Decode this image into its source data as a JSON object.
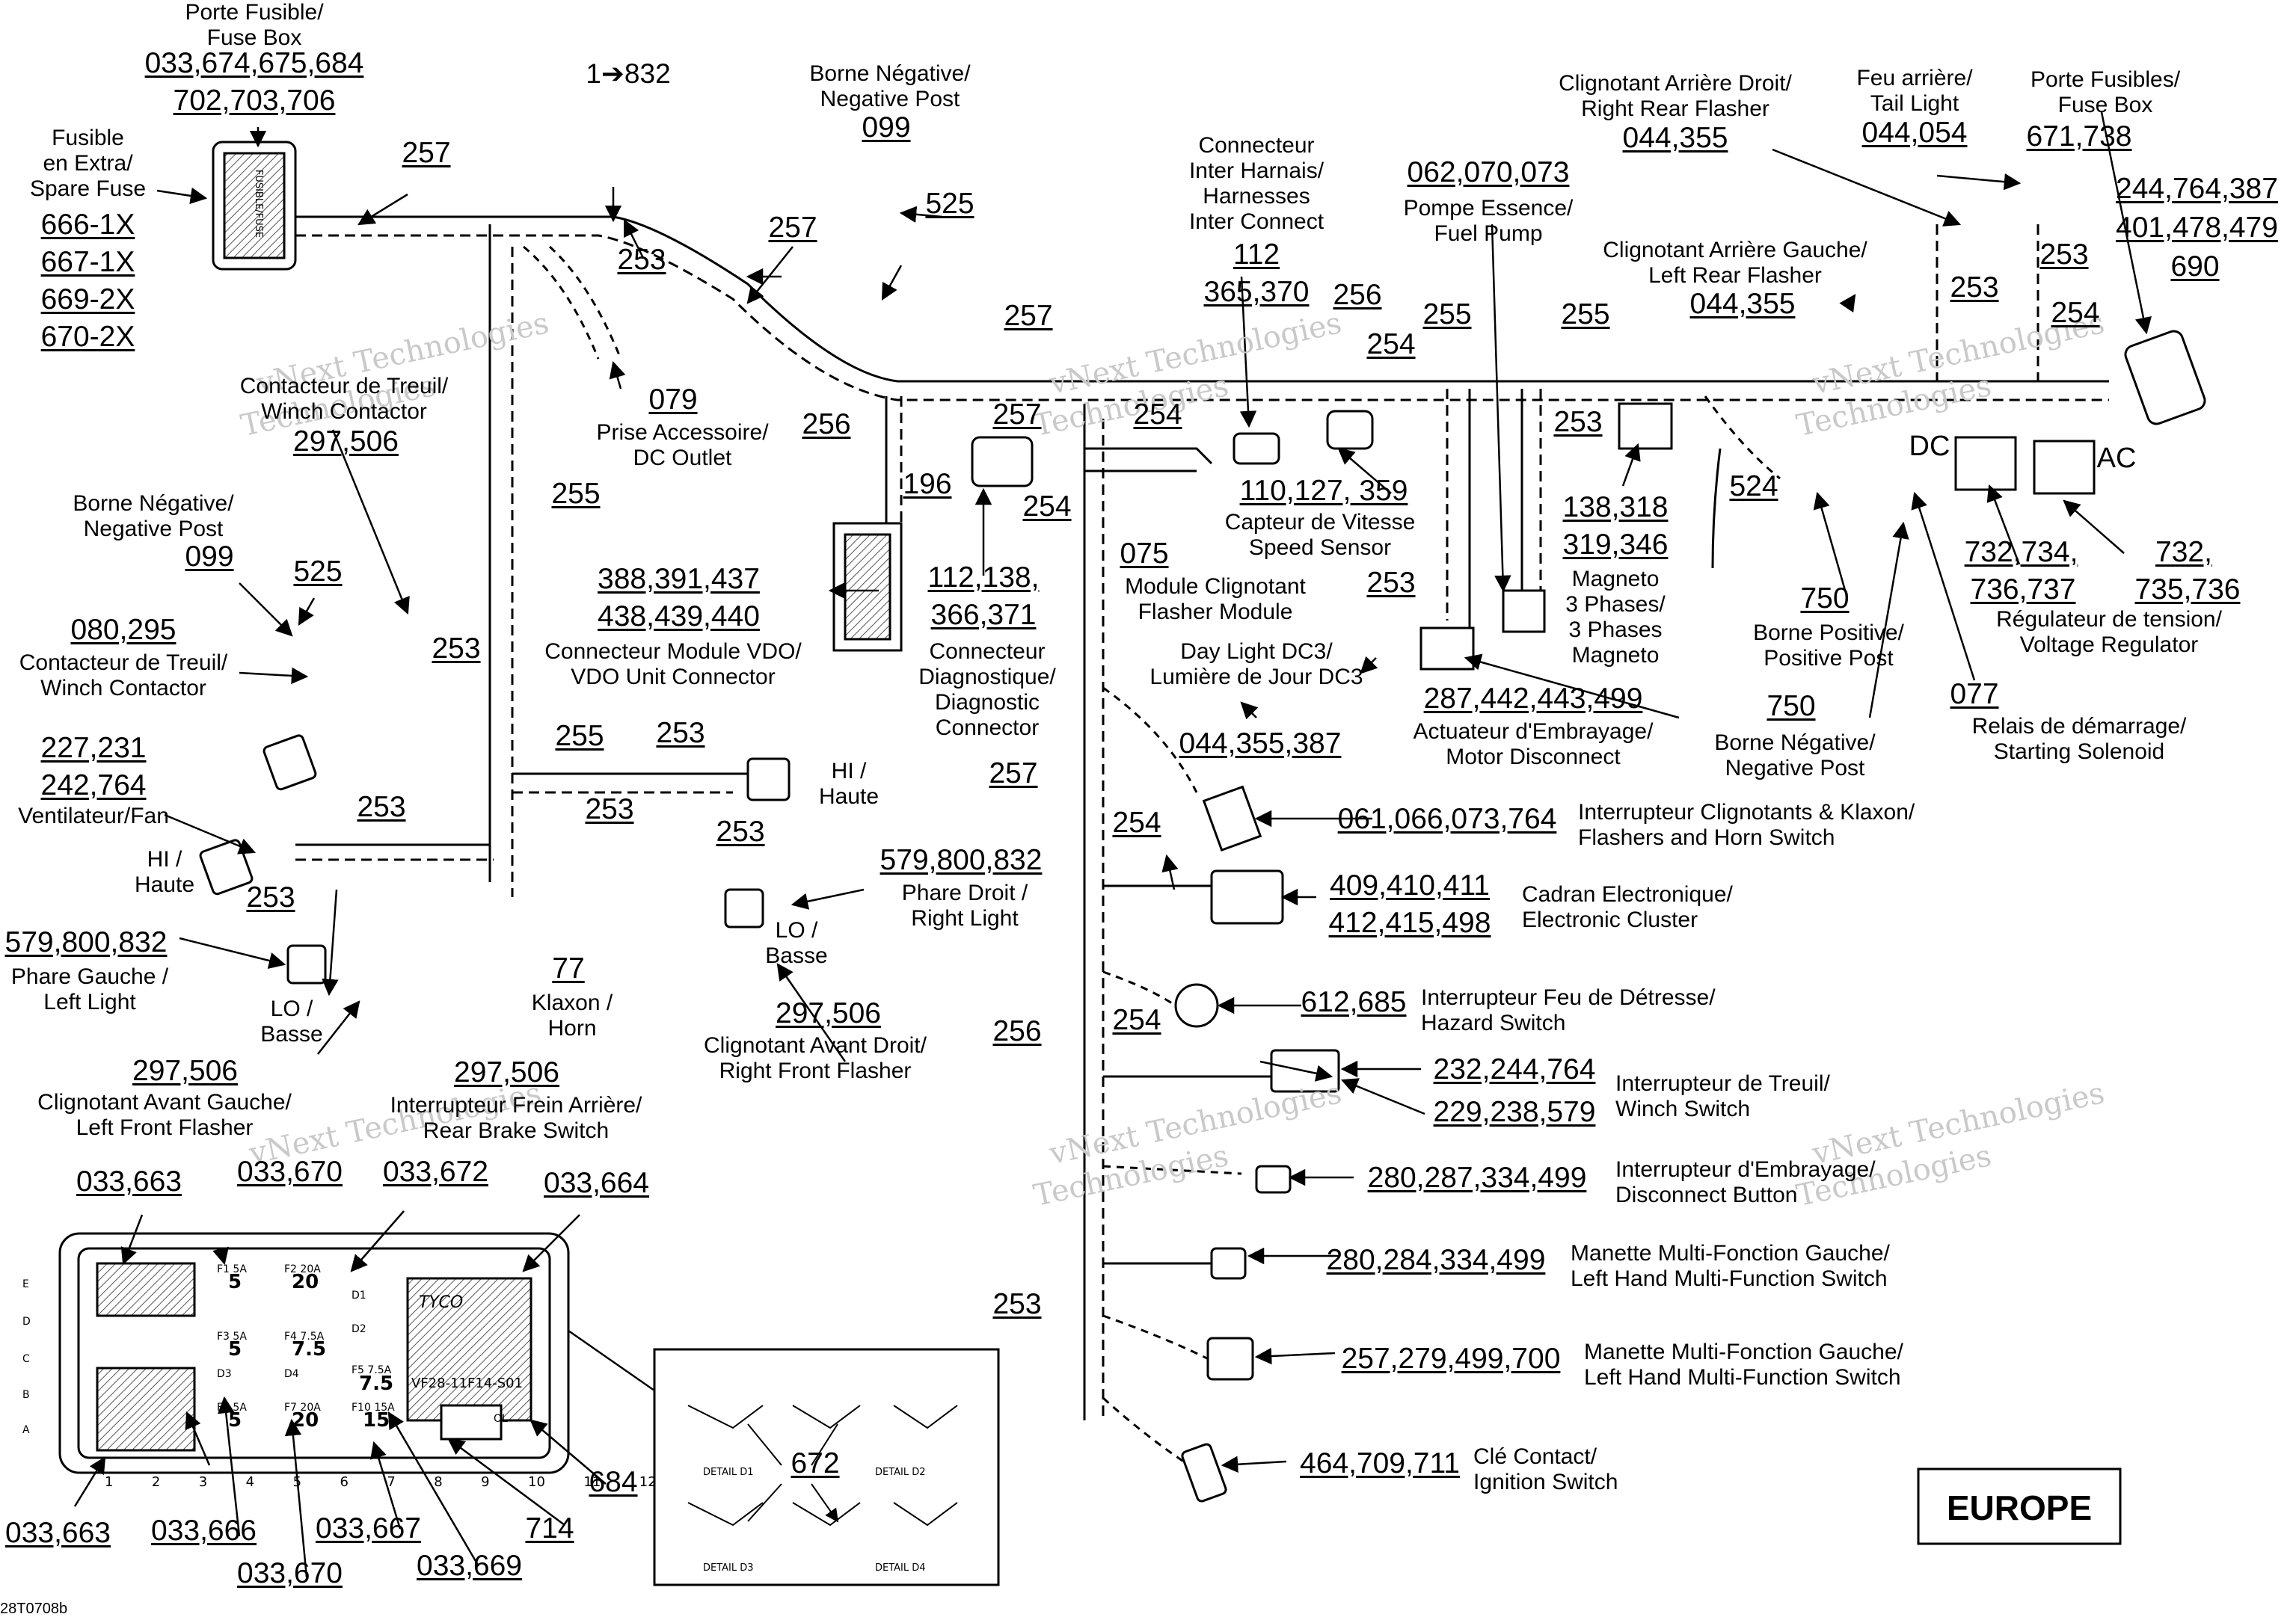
{
  "diagram_code": "28T0708b",
  "region_label": "EUROPE",
  "watermarks": {
    "text1": "vNext Technologies",
    "text2": "Technologies",
    "text3": "vNext"
  },
  "labels": {
    "porte_fusible": "Porte Fusible/\nFuse Box",
    "porte_fusible_num1": "033,674,675,684",
    "porte_fusible_num2": "702,703,706",
    "fusible_extra": "Fusible\nen Extra/\nSpare Fuse",
    "spare1": "666-1X",
    "spare2": "667-1X",
    "spare3": "669-2X",
    "spare4": "670-2X",
    "fuse_housing_text": "FUSIBLE/FUSE",
    "wire_257_a": "257",
    "wire_1_832": "1➔832",
    "borne_neg_top": "Borne Négative/\nNegative Post",
    "borne_neg_top_num": "099",
    "wire_525_top": "525",
    "wire_257_b": "257",
    "wire_253_a": "253",
    "contacteur_treuil_top": "Contacteur de Treuil/\nWinch Contactor",
    "contacteur_treuil_top_num": "297,506",
    "prise_num": "079",
    "prise": "Prise Accessoire/\nDC Outlet",
    "wire_256_a": "256",
    "wire_255_a": "255",
    "borne_neg_left": "Borne Négative/\nNegative Post",
    "borne_neg_left_num": "099",
    "wire_525_left": "525",
    "contacteur_num": "080,295",
    "contacteur_treuil_left": "Contacteur de Treuil/\nWinch Contactor",
    "wire_253_b": "253",
    "ventilateur_num1": "227,231",
    "ventilateur_num2": "242,764",
    "ventilateur": "Ventilateur/Fan",
    "wire_255_b": "255",
    "wire_253_c": "253",
    "hi_left": "HI /\nHaute",
    "wire_253_d": "253",
    "phare_gauche_num": "579,800,832",
    "phare_gauche": "Phare Gauche /\nLeft Light",
    "lo_left": "LO /\nBasse",
    "wire_253_e": "253",
    "wire_253_f": "253",
    "hi_right": "HI /\nHaute",
    "wire_253_g": "253",
    "phare_droit_num": "579,800,832",
    "phare_droit": "Phare Droit /\nRight Light",
    "lo_right": "LO /\nBasse",
    "klaxon_num": "77",
    "klaxon": "Klaxon /\nHorn",
    "clign_avant_droit_num": "297,506",
    "clign_avant_droit": "Clignotant Avant Droit/\nRight Front Flasher",
    "clign_avant_gauche_num": "297,506",
    "clign_avant_gauche": "Clignotant Avant Gauche/\nLeft Front Flasher",
    "frein_num": "297,506",
    "frein": "Interrupteur Frein Arrière/\nRear Brake Switch",
    "module_vdo_num1": "388,391,437",
    "module_vdo_num2": "438,439,440",
    "module_vdo": "Connecteur Module VDO/\nVDO Unit Connector",
    "wire_196": "196",
    "diag_num1": "112,138,",
    "diag_num2": "366,371",
    "diag": "Connecteur\nDiagnostique/\nDiagnostic\nConnector",
    "wire_257_c": "257",
    "wire_257_d": "257",
    "wire_254_a": "254",
    "wire_254_b": "254",
    "module_clign_num": "075",
    "module_clign": "Module Clignotant\nFlasher Module",
    "inter_harnais": "Connecteur\nInter Harnais/\nHarnesses\nInter Connect",
    "inter_harnais_num1": "112",
    "inter_harnais_num2": "365,370",
    "wire_256_b": "256",
    "capteur_num": "110,127, 359",
    "capteur": "Capteur de Vitesse\nSpeed Sensor",
    "pompe_num": "062,070,073",
    "pompe": "Pompe Essence/\nFuel Pump",
    "wire_254_c": "254",
    "wire_255_c": "255",
    "wire_255_d": "255",
    "wire_253_h": "253",
    "magneto_num1": "138,318",
    "magneto_num2": "319,346",
    "magneto": "Magneto\n3 Phases/\n3 Phases\nMagneto",
    "wire_253_i": "253",
    "actuateur_num": "287,442,443,499",
    "actuateur": "Actuateur d'Embrayage/\nMotor Disconnect",
    "daylight": "Day Light DC3/\nLumière de Jour DC3",
    "daylight_num": "044,355,387",
    "clign_arr_droit": "Clignotant Arrière Droit/\nRight Rear Flasher",
    "clign_arr_droit_num": "044,355",
    "feu_arr": "Feu arrière/\nTail Light",
    "feu_arr_num": "044,054",
    "porte_fusibles_right": "Porte Fusibles/\nFuse Box",
    "porte_fusibles_right_num": "671,738",
    "fuse_right_num1": "244,764,387",
    "fuse_right_num2": "401,478,479",
    "fuse_right_num3": "690",
    "clign_arr_gauche": "Clignotant Arrière Gauche/\nLeft Rear Flasher",
    "clign_arr_gauche_num": "044,355",
    "wire_253_j": "253",
    "wire_253_k": "253",
    "wire_254_d": "254",
    "dc": "DC",
    "ac": "AC",
    "wire_524": "524",
    "borne_pos_num": "750",
    "borne_pos": "Borne Positive/\nPositive Post",
    "borne_neg_right_num": "750",
    "borne_neg_right": "Borne Négative/\nNegative Post",
    "regulateur_num1": "732,734,",
    "regulateur_num2": "736,737",
    "regulateur_num3": "732,",
    "regulateur_num4": "735,736",
    "regulateur": "Régulateur de tension/\nVoltage Regulator",
    "relais_num": "077",
    "relais": "Relais de démarrage/\nStarting Solenoid",
    "wire_257_e": "257",
    "wire_254_e": "254",
    "interr_clign_num": "061,066,073,764",
    "interr_clign": "Interrupteur Clignotants & Klaxon/\nFlashers and Horn Switch",
    "cadran_num1": "409,410,411",
    "cadran_num2": "412,415,498",
    "cadran": "Cadran Electronique/\nElectronic Cluster",
    "wire_254_f": "254",
    "detresse_num": "612,685",
    "detresse": "Interrupteur Feu de Détresse/\nHazard Switch",
    "wire_256_c": "256",
    "treuil_sw_num1": "232,244,764",
    "treuil_sw_num2": "229,238,579",
    "treuil_sw": "Interrupteur de Treuil/\nWinch Switch",
    "embrayage_num": "280,287,334,499",
    "embrayage": "Interrupteur d'Embrayage/\nDisconnect Button",
    "manette1_num": "280,284,334,499",
    "manette1": "Manette Multi-Fonction Gauche/\nLeft Hand Multi-Function Switch",
    "wire_253_l": "253",
    "manette2_num": "257,279,499,700",
    "manette2": "Manette Multi-Fonction Gauche/\nLeft Hand Multi-Function Switch",
    "cle_num": "464,709,711",
    "cle": "Clé Contact/\nIgnition Switch",
    "fb_033_663_top": "033,663",
    "fb_033_670_top": "033,670",
    "fb_033_672": "033,672",
    "fb_033_664": "033,664",
    "fb_684": "684",
    "fb_714": "714",
    "fb_033_663_bottom": "033,663",
    "fb_033_666": "033,666",
    "fb_033_667": "033,667",
    "fb_033_670_bottom": "033,670",
    "fb_033_669": "033,669",
    "detail_672": "672",
    "detail_d1": "DETAIL D1",
    "detail_d2": "DETAIL D2",
    "detail_d3": "DETAIL D3",
    "detail_d4": "DETAIL D4",
    "fb_row_e": "E",
    "fb_row_d": "D",
    "fb_row_c": "C",
    "fb_row_b": "B",
    "fb_row_a": "A",
    "fb_cols": "1  2  3  4  5  6  7  8  9  10  11  12",
    "fb_f1": "F1 5A",
    "fb_f2": "F2 20A",
    "fb_f3": "F3 5A",
    "fb_f4": "F4 7.5A",
    "fb_f5": "F5 7.5A",
    "fb_f6": "F6 5A",
    "fb_f7": "F7 20A",
    "fb_f10": "F10 15A",
    "fb_v5a": "5",
    "fb_v20a": "20",
    "fb_v5b": "5",
    "fb_v75a": "7.5",
    "fb_v75b": "7.5",
    "fb_v5c": "5",
    "fb_v20b": "20",
    "fb_v15": "15",
    "fb_d1": "D1",
    "fb_d2": "D2",
    "fb_d3": "D3",
    "fb_d4": "D4",
    "fb_tyco": "TYCO",
    "fb_vf": "VF28-11F14-S01",
    "fb_ol": "OL"
  }
}
